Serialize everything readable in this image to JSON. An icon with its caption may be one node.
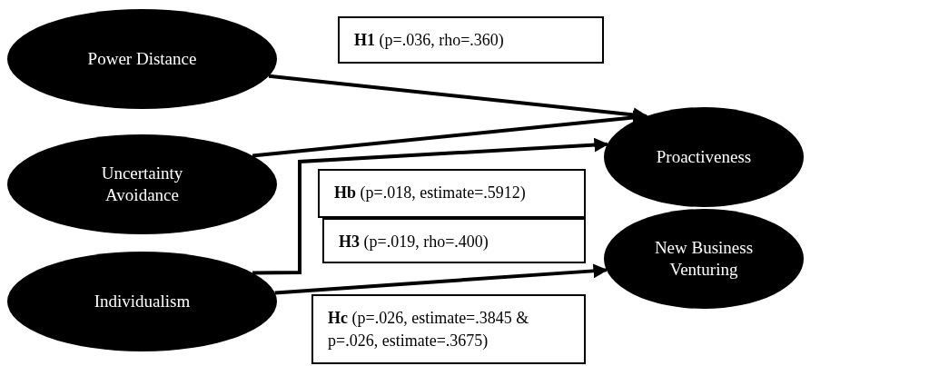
{
  "diagram": {
    "nodes": [
      {
        "text": [
          "Power Distance"
        ]
      },
      {
        "text": [
          "Uncertainty Avoidance"
        ]
      },
      {
        "text": [
          "Individualism"
        ]
      },
      {
        "text": [
          "Proactiveness"
        ]
      },
      {
        "text": [
          "New Business Venturing"
        ]
      },
      {
        "text": [
          "**H1** (p=.036, rho=.360)"
        ]
      },
      {
        "text": [
          "**Hb** (p=.018, estimate=.5912)"
        ]
      },
      {
        "text": [
          "**H3** (p=.019, rho=.400)"
        ]
      },
      {
        "text": [
          "**Hc** (p=.026, estimate=.3845 & p=.026, estimate=.3675)"
        ]
      }
    ],
    "edges": [
      {
        "from": 0,
        "to": 3,
        "arrow": "to"
      },
      {
        "from": 1,
        "to": 3,
        "arrow": "to"
      },
      {
        "from": 2,
        "to": 3,
        "arrow": "to"
      },
      {
        "from": 2,
        "to": 4,
        "arrow": "to"
      }
    ]
  }
}
